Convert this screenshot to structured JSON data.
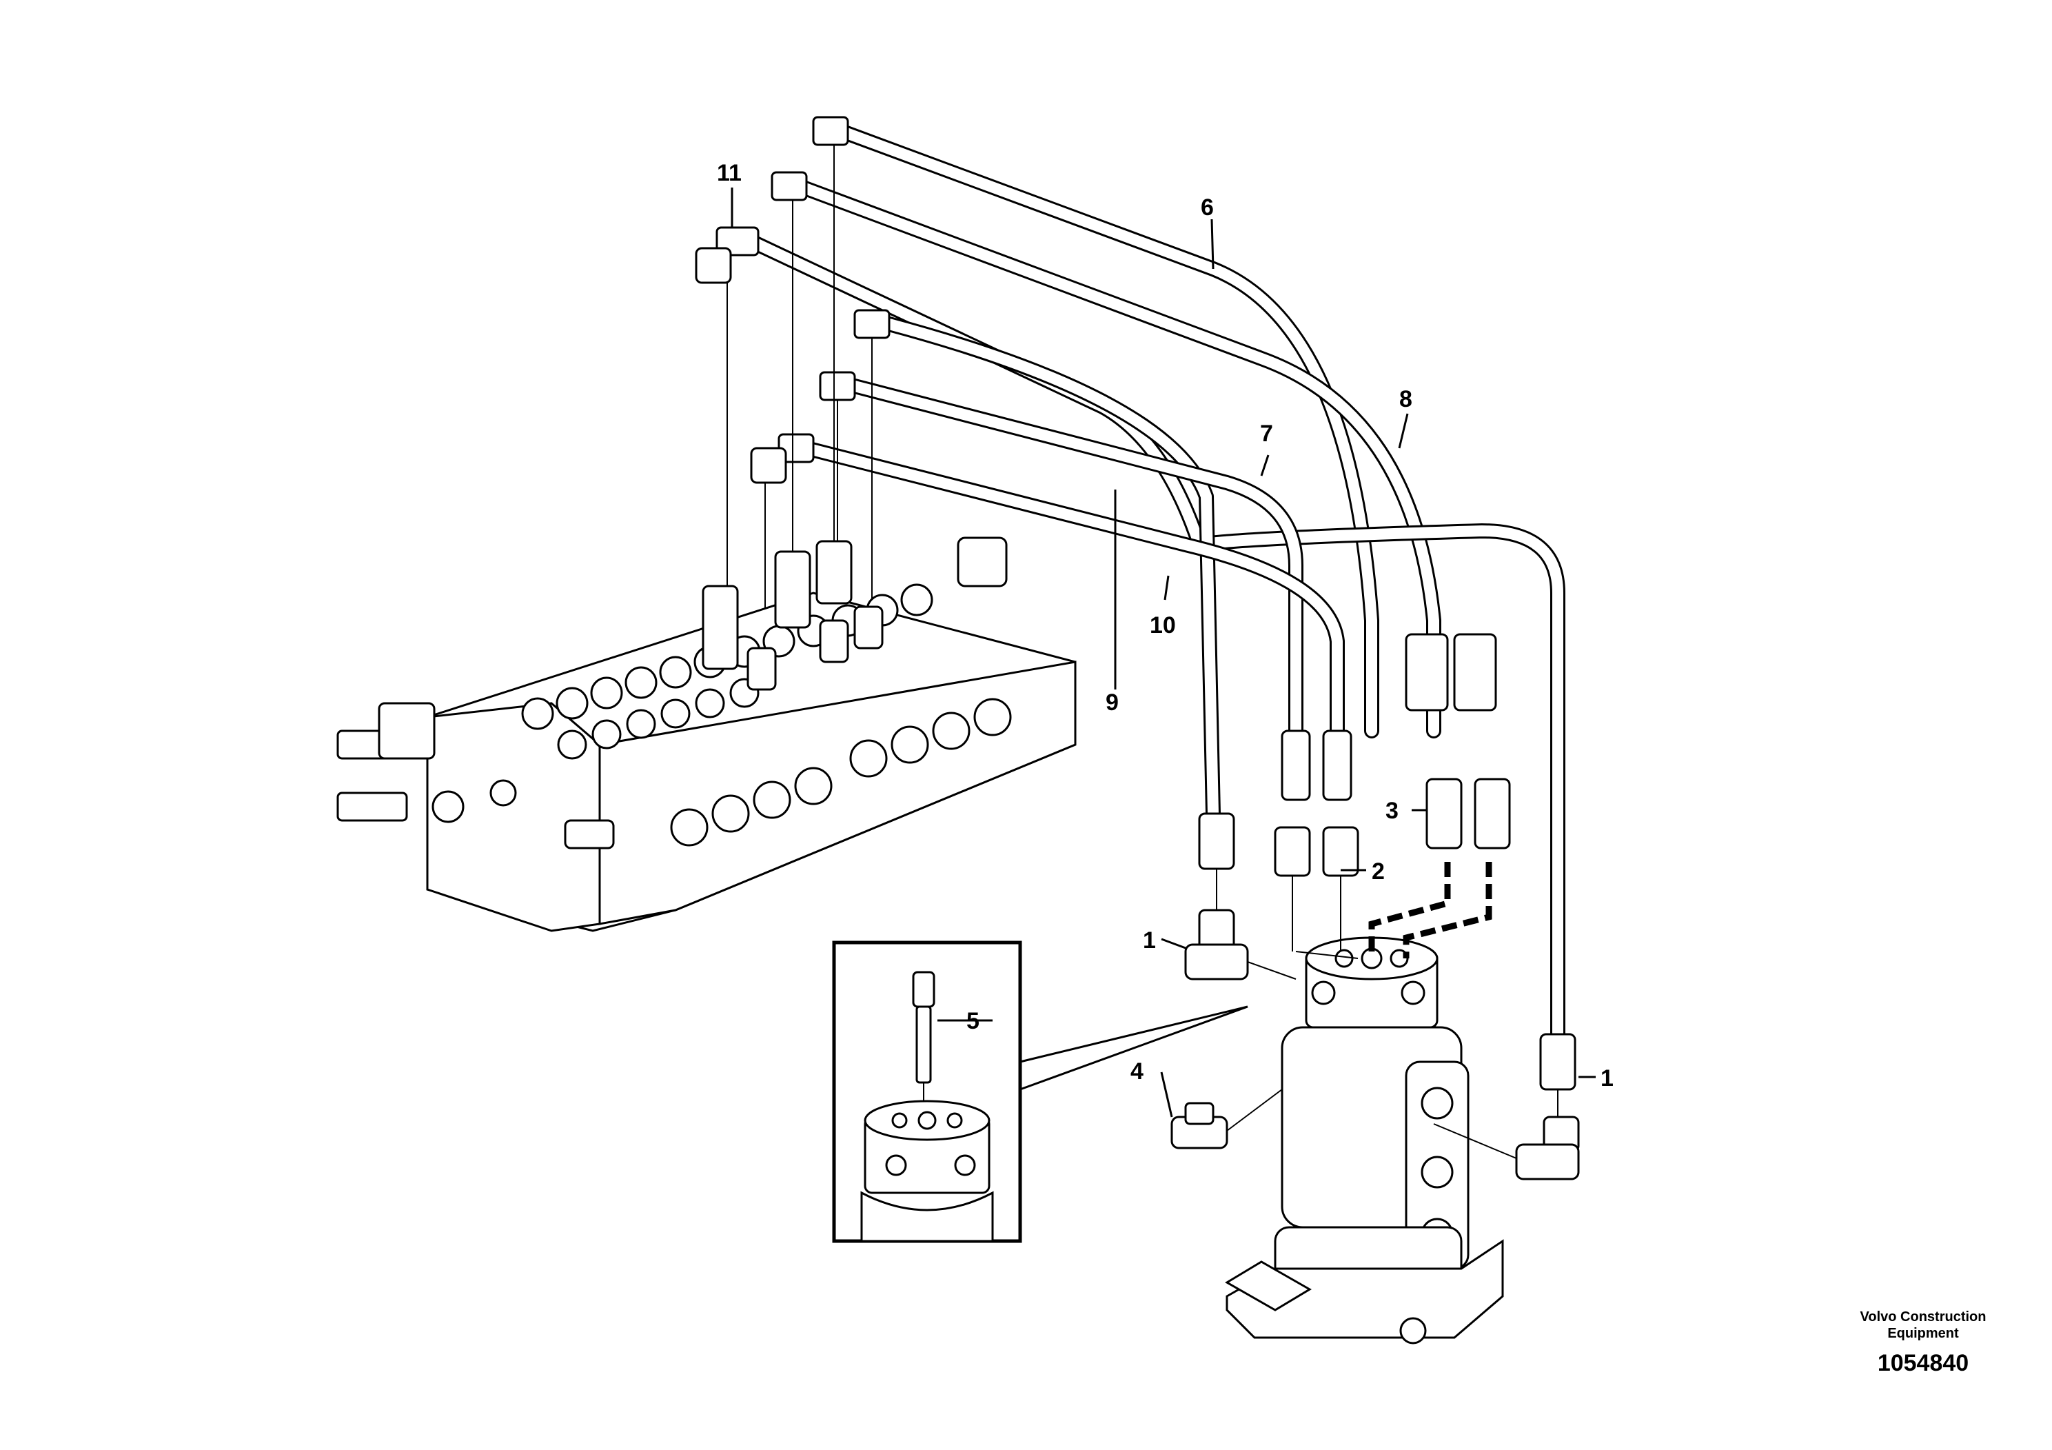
{
  "diagram": {
    "callouts": [
      {
        "id": "c1a",
        "label": "1"
      },
      {
        "id": "c1b",
        "label": "1"
      },
      {
        "id": "c2",
        "label": "2"
      },
      {
        "id": "c3",
        "label": "3"
      },
      {
        "id": "c4",
        "label": "4"
      },
      {
        "id": "c5",
        "label": "5"
      },
      {
        "id": "c6",
        "label": "6"
      },
      {
        "id": "c7",
        "label": "7"
      },
      {
        "id": "c8",
        "label": "8"
      },
      {
        "id": "c9",
        "label": "9"
      },
      {
        "id": "c10",
        "label": "10"
      },
      {
        "id": "c11",
        "label": "11"
      }
    ]
  },
  "footer": {
    "brand_line1": "Volvo Construction",
    "brand_line2": "Equipment",
    "doc_number": "1054840"
  }
}
